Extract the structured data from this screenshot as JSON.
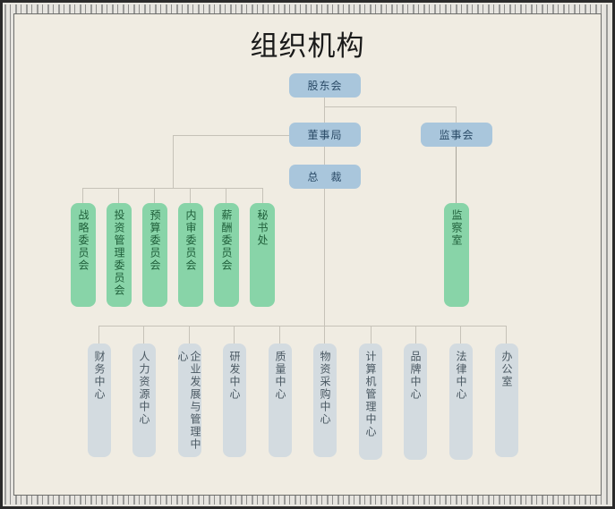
{
  "title": "组织机构",
  "colors": {
    "executive": "#a9c6dc",
    "committee": "#88d4a8",
    "department": "#d3dbe0",
    "connector": "#c6c2b8",
    "background": "#f0ece2"
  },
  "top": {
    "shareholders": "股东会",
    "board": "董事局",
    "supervisory_board": "监事会",
    "president": "总　裁"
  },
  "committees": [
    "战略委员会",
    "投资管理委员会",
    "预算委员会",
    "内审委员会",
    "薪酬委员会",
    "秘书处"
  ],
  "supervision": "监察室",
  "departments": [
    "财务中心",
    "人力资源中心",
    "企业发展与管理中心",
    "研发中心",
    "质量中心",
    "物资采购中心",
    "计算机管理中心",
    "品牌中心",
    "法律中心",
    "办公室"
  ]
}
